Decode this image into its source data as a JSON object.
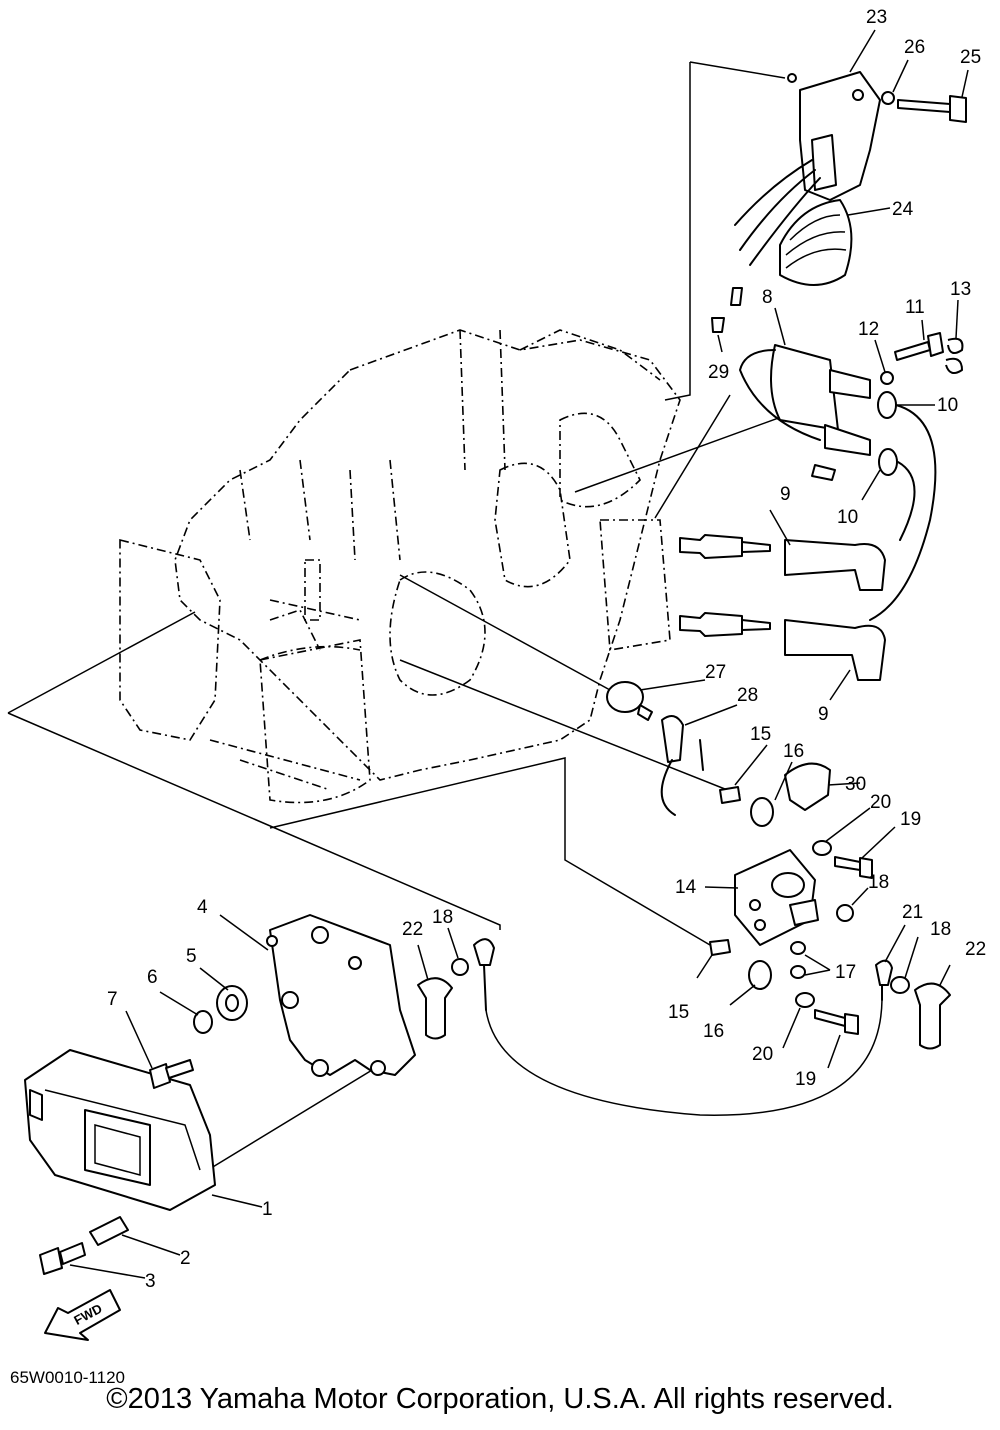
{
  "diagram": {
    "callouts": [
      {
        "label": "1"
      },
      {
        "label": "2"
      },
      {
        "label": "3"
      },
      {
        "label": "4"
      },
      {
        "label": "5"
      },
      {
        "label": "6"
      },
      {
        "label": "7"
      },
      {
        "label": "8"
      },
      {
        "label": "9"
      },
      {
        "label": "9"
      },
      {
        "label": "10"
      },
      {
        "label": "10"
      },
      {
        "label": "11"
      },
      {
        "label": "12"
      },
      {
        "label": "13"
      },
      {
        "label": "14"
      },
      {
        "label": "15"
      },
      {
        "label": "15"
      },
      {
        "label": "16"
      },
      {
        "label": "16"
      },
      {
        "label": "17"
      },
      {
        "label": "18"
      },
      {
        "label": "18"
      },
      {
        "label": "18"
      },
      {
        "label": "19"
      },
      {
        "label": "19"
      },
      {
        "label": "20"
      },
      {
        "label": "20"
      },
      {
        "label": "21"
      },
      {
        "label": "22"
      },
      {
        "label": "22"
      },
      {
        "label": "23"
      },
      {
        "label": "24"
      },
      {
        "label": "25"
      },
      {
        "label": "26"
      },
      {
        "label": "27"
      },
      {
        "label": "28"
      },
      {
        "label": "29"
      },
      {
        "label": "30"
      }
    ],
    "fwd_label": "FWD",
    "ref_code": "65W0010-1120",
    "copyright": "©2013 Yamaha Motor Corporation, U.S.A. All rights reserved."
  }
}
